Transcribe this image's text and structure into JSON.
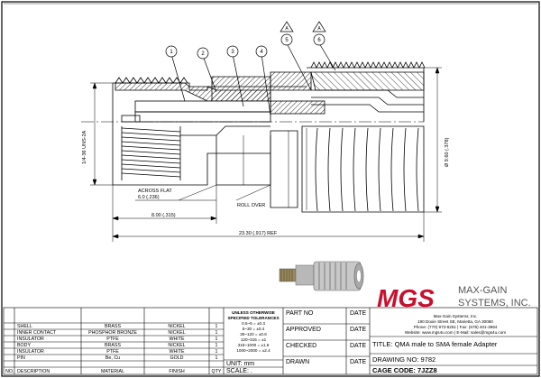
{
  "balloons": [
    "1",
    "2",
    "3",
    "4",
    "5",
    "6"
  ],
  "delta_marks": [
    "A",
    "A"
  ],
  "dimensions": {
    "thread": "1/4-36 UNS-2A",
    "dia": "Ø 9.60 (.378)",
    "across_flat": "ACROSS FLAT",
    "across_flat_val": "6.0 (.236)",
    "roll_over": "ROLL OVER",
    "len_short": "8.00 (.315)",
    "len_total": "23.30 (.917) REF"
  },
  "logo": {
    "mark": "MGS",
    "name1": "MAX-GAIN",
    "name2": "SYSTEMS, INC."
  },
  "company": {
    "name": "Max-Gain Systems, Inc.",
    "address": "190 Doxie Street SE, Marietta, GA 30060",
    "phone": "Phone: (770) 973-6251 | Fax: (678) 401-3994",
    "web": "Website: www.mgs4u.com | E-Mail: sales@mgs4u.com"
  },
  "bom": {
    "rows": [
      {
        "desc": "SHELL",
        "material": "BRASS",
        "finish": "NICKEL",
        "qty": "1"
      },
      {
        "desc": "INNER CONTACT",
        "material": "PHOSPHOR BRONZE",
        "finish": "NICKEL",
        "qty": "1"
      },
      {
        "desc": "INSULATOR",
        "material": "PTFE",
        "finish": "WHITE",
        "qty": "1"
      },
      {
        "desc": "BODY",
        "material": "BRASS",
        "finish": "NICKEL",
        "qty": "1"
      },
      {
        "desc": "INSULATOR",
        "material": "PTFE",
        "finish": "WHITE",
        "qty": "1"
      },
      {
        "desc": "PIN",
        "material": "Be, Cu",
        "finish": "GOLD",
        "qty": "1"
      }
    ],
    "header": {
      "no": "NO.",
      "desc": "DESCRIPTION",
      "material": "MATERIAL",
      "finish": "FINISH",
      "qty": "QTY"
    }
  },
  "tolerances": {
    "title1": "UNLESS OTHERWISE",
    "title2": "SPECIFIED TOLERANCES",
    "lines": [
      "0.5~5 = ±0.3",
      "5~30 = ±0.4",
      "30~120 = ±0.6",
      "120~315 = ±1",
      "315~1000 = ±1.6",
      "1000~2000 = ±2.4"
    ]
  },
  "unit": "UNIT: mm",
  "scale": "SCALE: .",
  "signoff": {
    "part_no": "PART NO",
    "approved": "APPROVED",
    "checked": "CHECKED",
    "drawn": "DRAWN",
    "date": "DATE",
    "date2": "DATE",
    "date3": "DATE",
    "date4": "DATE"
  },
  "title": "TITLE: QMA male to SMA female Adapter",
  "drawing_no": "DRAWING NO: 9782",
  "cage_code": "CAGE CODE: 7JZZ8",
  "colors": {
    "logo_red": "#c8102e",
    "logo_grey": "#555555",
    "hatch": "#000000"
  }
}
